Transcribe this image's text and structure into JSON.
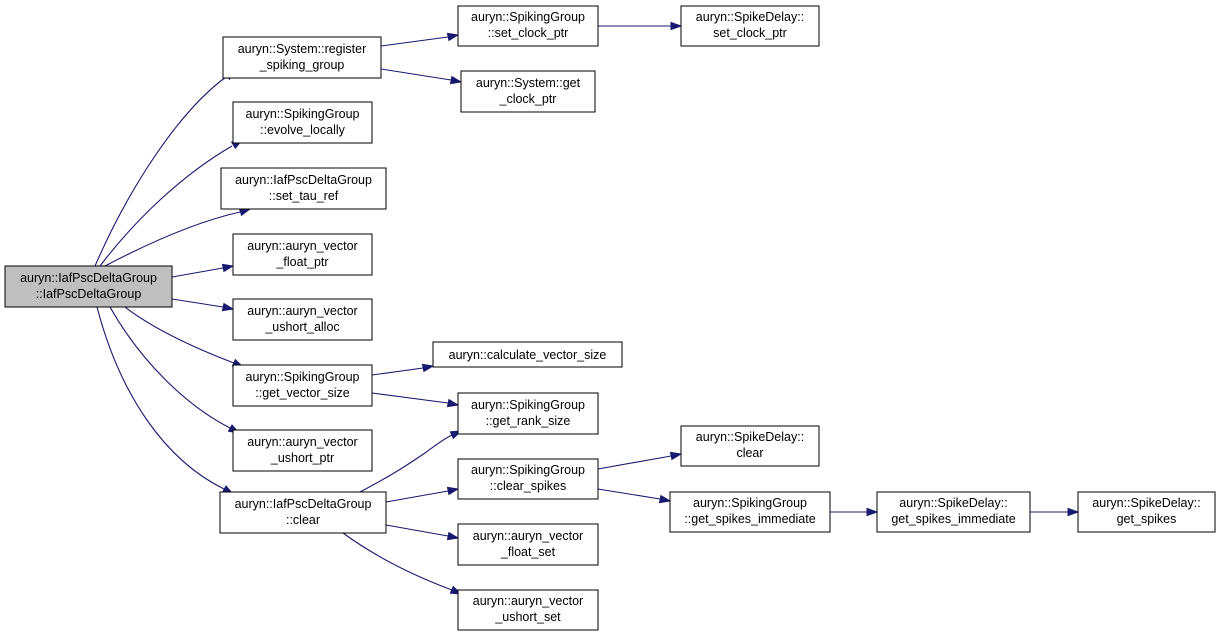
{
  "colors": {
    "edge": "#191970",
    "root_fill": "#bfbfbf",
    "node_fill": "#ffffff",
    "node_border": "#000000"
  },
  "nodes": {
    "root": [
      "auryn::IafPscDeltaGroup",
      "::IafPscDeltaGroup"
    ],
    "register_spiking_group": [
      "auryn::System::register",
      "_spiking_group"
    ],
    "evolve_locally": [
      "auryn::SpikingGroup",
      "::evolve_locally"
    ],
    "set_tau_ref": [
      "auryn::IafPscDeltaGroup",
      "::set_tau_ref"
    ],
    "vector_float_ptr": [
      "auryn::auryn_vector",
      "_float_ptr"
    ],
    "vector_ushort_alloc": [
      "auryn::auryn_vector",
      "_ushort_alloc"
    ],
    "get_vector_size": [
      "auryn::SpikingGroup",
      "::get_vector_size"
    ],
    "vector_ushort_ptr": [
      "auryn::auryn_vector",
      "_ushort_ptr"
    ],
    "clear": [
      "auryn::IafPscDeltaGroup",
      "::clear"
    ],
    "sg_set_clock_ptr": [
      "auryn::SpikingGroup",
      "::set_clock_ptr"
    ],
    "sd_set_clock_ptr": [
      "auryn::SpikeDelay::",
      "set_clock_ptr"
    ],
    "get_clock_ptr": [
      "auryn::System::get",
      "_clock_ptr"
    ],
    "calculate_vector_size": [
      "auryn::calculate_vector_size"
    ],
    "get_rank_size": [
      "auryn::SpikingGroup",
      "::get_rank_size"
    ],
    "clear_spikes": [
      "auryn::SpikingGroup",
      "::clear_spikes"
    ],
    "vector_float_set": [
      "auryn::auryn_vector",
      "_float_set"
    ],
    "vector_ushort_set": [
      "auryn::auryn_vector",
      "_ushort_set"
    ],
    "sd_clear": [
      "auryn::SpikeDelay::",
      "clear"
    ],
    "sg_get_spikes_immediate": [
      "auryn::SpikingGroup",
      "::get_spikes_immediate"
    ],
    "sd_get_spikes_immediate": [
      "auryn::SpikeDelay::",
      "get_spikes_immediate"
    ],
    "sd_get_spikes": [
      "auryn::SpikeDelay::",
      "get_spikes"
    ]
  },
  "edges": [
    [
      "root",
      "register_spiking_group"
    ],
    [
      "root",
      "evolve_locally"
    ],
    [
      "root",
      "set_tau_ref"
    ],
    [
      "root",
      "vector_float_ptr"
    ],
    [
      "root",
      "vector_ushort_alloc"
    ],
    [
      "root",
      "get_vector_size"
    ],
    [
      "root",
      "vector_ushort_ptr"
    ],
    [
      "root",
      "clear"
    ],
    [
      "register_spiking_group",
      "sg_set_clock_ptr"
    ],
    [
      "register_spiking_group",
      "get_clock_ptr"
    ],
    [
      "sg_set_clock_ptr",
      "sd_set_clock_ptr"
    ],
    [
      "get_vector_size",
      "calculate_vector_size"
    ],
    [
      "get_vector_size",
      "get_rank_size"
    ],
    [
      "clear",
      "get_rank_size"
    ],
    [
      "clear",
      "clear_spikes"
    ],
    [
      "clear",
      "vector_float_set"
    ],
    [
      "clear",
      "vector_ushort_set"
    ],
    [
      "clear_spikes",
      "sd_clear"
    ],
    [
      "clear_spikes",
      "sg_get_spikes_immediate"
    ],
    [
      "sg_get_spikes_immediate",
      "sd_get_spikes_immediate"
    ],
    [
      "sd_get_spikes_immediate",
      "sd_get_spikes"
    ]
  ]
}
